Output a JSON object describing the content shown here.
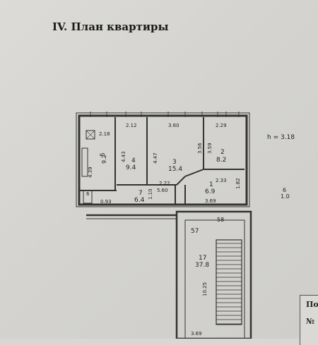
{
  "document": {
    "title": "IV. План квартиры",
    "height_note": "h = 3.18"
  },
  "rooms": [
    {
      "id": "room-5",
      "number": "5",
      "area": "9.2",
      "width": "2.18",
      "length": "4.39"
    },
    {
      "id": "room-4",
      "number": "4",
      "area": "9.4",
      "width": "2.12",
      "length": "4.43"
    },
    {
      "id": "room-3",
      "number": "3",
      "area": "15.4",
      "width": "3.60",
      "length": "4.47",
      "extra": "3.56"
    },
    {
      "id": "room-2",
      "number": "2",
      "area": "8.2",
      "width": "2.29",
      "length": "3.59"
    },
    {
      "id": "room-1",
      "number": "1",
      "area": "6.9",
      "width": "2.33",
      "length": "1.82",
      "extra": "3.69"
    },
    {
      "id": "room-7",
      "number": "7",
      "area": "6.4",
      "width": "5.60",
      "length": "1.10",
      "extra": "2.22"
    },
    {
      "id": "room-6",
      "number": "6",
      "width": "0.93"
    },
    {
      "id": "room-6-out",
      "number": "6",
      "area": "1.0"
    },
    {
      "id": "room-17",
      "number": "17",
      "area": "37.8",
      "length": "10.25",
      "width": "3.69"
    }
  ],
  "markers": {
    "m57": "57",
    "m58": "58"
  },
  "side_box": {
    "line1": "По",
    "line2": "№"
  }
}
